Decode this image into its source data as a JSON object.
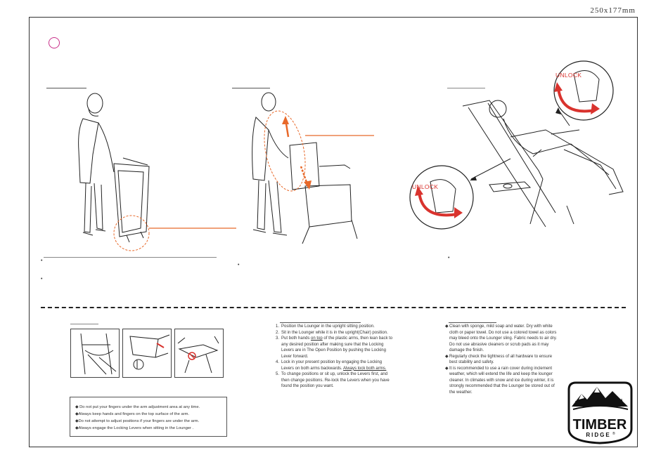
{
  "header": {
    "size_label": "250x177mm"
  },
  "callouts": {
    "unlock_top": "UNLOCK",
    "unlock_bottom": "UNLOCK"
  },
  "bullets": {
    "b1": "•",
    "b2": "•",
    "b3": "•",
    "b4": "•"
  },
  "instructions": {
    "step1": "Position the Lounger in the upright sitting position.",
    "step2": "Sit in the Lounger while it is in the upright(Chair) position.",
    "step3_a": "Put both hands ",
    "step3_u": "on top",
    "step3_b": " of the plastic arms, then lean back to any desired position after making sure that the Locking Levers are in The Open Position by pushing the Locking Lever forward.",
    "step4_a": "Lock in your present position by engaging the Locking Levers on both arms backwards. ",
    "step4_u": "Always lock both arms.",
    "step5": "To change positions or sit up, unlock the Levers first, and then change positions. Re-lock the Levers when you have found the position you want."
  },
  "care": {
    "c1": "Clean with sponge, mild soap and water. Dry with white cloth or paper towel. Do not use a colored towel as colors may bleed onto the Lounger sling. Fabric needs to air dry. Do not use abrasive cleaners or scrub pads as it may damage the finish.",
    "c2": "Regularly check the tightness of all hardware to ensure best stability and safety.",
    "c3": "It is recommended to use a rain cover during inclement weather, which will extend the life and keep the lounger cleaner. In climates with snow and ice during winter, it is strongly recommended that the Lounger be stored out of the weather."
  },
  "warnings": {
    "w1": "◆  Do not put your fingers under the arm  adjustment area at any time.",
    "w2": "◆Always keep hands and fingers on the top surface of the arm.",
    "w3": "◆Do not attempt to adjust positions if your fingers are under the arm.",
    "w4": "◆Always engage the Locking Levers when sitting in the Lounger ."
  },
  "logo": {
    "line1": "TIMBER",
    "line2": "RIDGE",
    "mark": "®"
  },
  "colors": {
    "accent_orange": "#e8692a",
    "arrow_red": "#d9332e",
    "mark_magenta": "#c8308a"
  }
}
